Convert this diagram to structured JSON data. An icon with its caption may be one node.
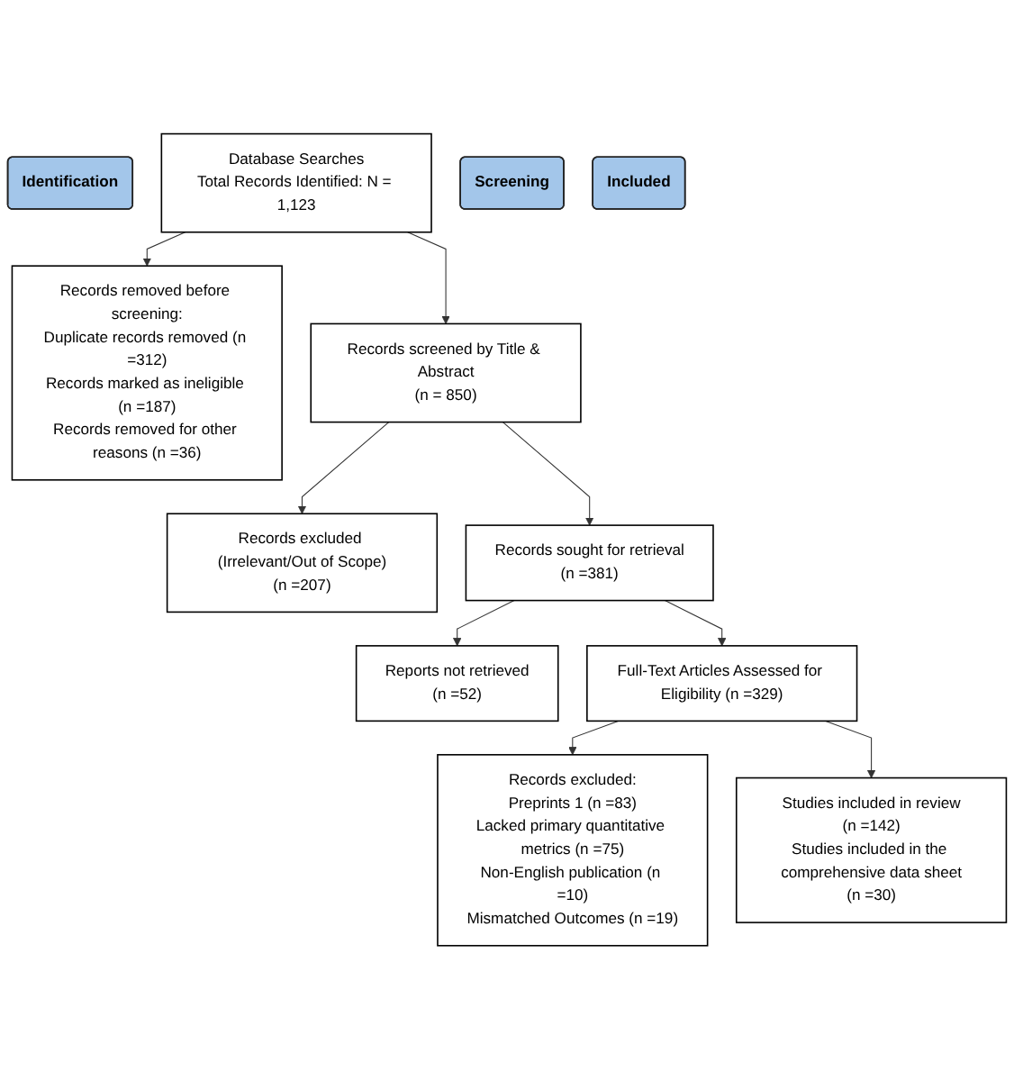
{
  "diagram": {
    "nodes": [
      {
        "text": [
          "Identification"
        ]
      },
      {
        "text": [
          "Database Searches",
          "Total Records Identified: N = 1,123"
        ]
      },
      {
        "text": [
          "Records removed before screening:",
          "Duplicate records removed (n =312)",
          "Records marked as ineligible (n =187)",
          "Records removed for other reasons (n =36)"
        ]
      },
      {
        "text": [
          "Screening"
        ]
      },
      {
        "text": [
          "Records screened by Title & Abstract",
          "(n = 850)"
        ]
      },
      {
        "text": [
          "Records excluded (Irrelevant/Out of Scope)",
          "(n =207)"
        ]
      },
      {
        "text": [
          "Records sought for retrieval",
          "(n =381)"
        ]
      },
      {
        "text": [
          "Reports not retrieved",
          "(n =52)"
        ]
      },
      {
        "text": [
          "Full-Text Articles Assessed for Eligibility (n =329)"
        ]
      },
      {
        "text": [
          "Records excluded:",
          "Preprints 1 (n =83)",
          "Lacked primary quantitative metrics (n =75)",
          "Non-English publication (n =10)",
          "Mismatched Outcomes (n =19)"
        ]
      },
      {
        "text": [
          "Included"
        ]
      },
      {
        "text": [
          "Studies included in review",
          "(n =142)",
          "Studies included in the comprehensive data sheet",
          "(n =30)"
        ]
      }
    ],
    "edges": [
      {
        "from": 1,
        "to": 2,
        "arrow": "to"
      },
      {
        "from": 1,
        "to": 4,
        "arrow": "to"
      },
      {
        "from": 4,
        "to": 5,
        "arrow": "to"
      },
      {
        "from": 4,
        "to": 6,
        "arrow": "to"
      },
      {
        "from": 6,
        "to": 7,
        "arrow": "to"
      },
      {
        "from": 6,
        "to": 8,
        "arrow": "to"
      },
      {
        "from": 8,
        "to": 9,
        "arrow": "to"
      },
      {
        "from": 8,
        "to": 11,
        "arrow": "to"
      }
    ]
  }
}
